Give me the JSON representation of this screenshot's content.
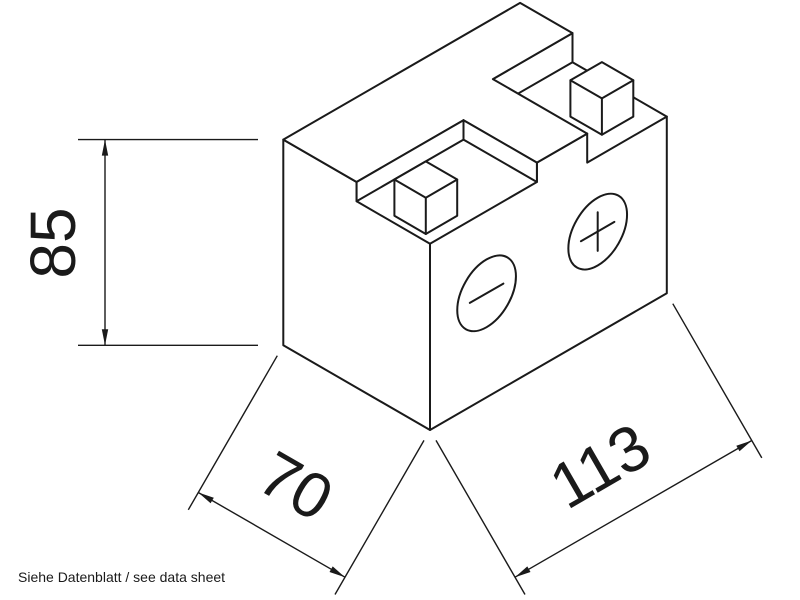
{
  "drawing": {
    "subject": "battery-isometric-technical-drawing",
    "dimensions": {
      "height": "85",
      "depth": "70",
      "length": "113"
    },
    "terminals": [
      {
        "polarity": "minus",
        "symbol": "-"
      },
      {
        "polarity": "plus",
        "symbol": "+"
      }
    ],
    "note": "Siehe Datenblatt / see data sheet",
    "colors": {
      "line": "#1a1a1a",
      "background": "#ffffff"
    }
  }
}
